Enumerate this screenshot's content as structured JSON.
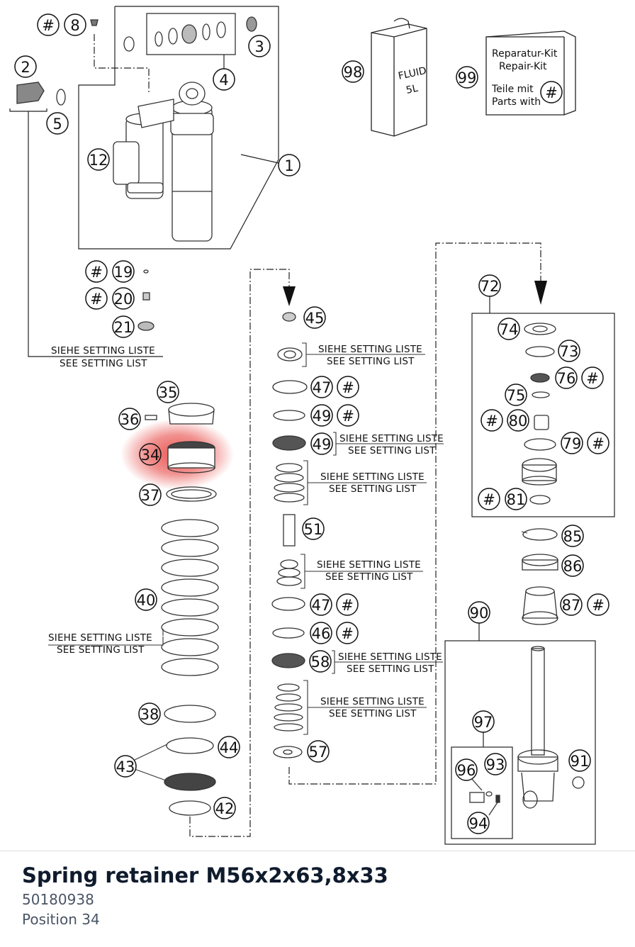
{
  "diagram": {
    "fluid_label_1": "FLUID",
    "fluid_label_2": "5L",
    "kit": {
      "line1": "Reparatur-Kit",
      "line2": "Repair-Kit",
      "line3": "Teile mit",
      "line4": "Parts with"
    },
    "setting_de": "SIEHE SETTING LISTE",
    "setting_en": "SEE SETTING LIST",
    "callouts": {
      "c1": "1",
      "c2": "2",
      "c3": "3",
      "c4": "4",
      "c5": "5",
      "c8": "8",
      "c12": "12",
      "c19": "19",
      "c20": "20",
      "c21": "21",
      "c34": "34",
      "c35": "35",
      "c36": "36",
      "c37": "37",
      "c38": "38",
      "c40": "40",
      "c42": "42",
      "c43": "43",
      "c44": "44",
      "c45": "45",
      "c46": "46",
      "c47a": "47",
      "c47b": "47",
      "c49a": "49",
      "c49b": "49",
      "c51": "51",
      "c57": "57",
      "c58": "58",
      "c72": "72",
      "c73": "73",
      "c74": "74",
      "c75": "75",
      "c76": "76",
      "c79": "79",
      "c80": "80",
      "c81": "81",
      "c85": "85",
      "c86": "86",
      "c87": "87",
      "c90": "90",
      "c91": "91",
      "c93": "93",
      "c94": "94",
      "c96": "96",
      "c97": "97",
      "c98": "98",
      "c99": "99"
    },
    "hash": "#"
  },
  "part": {
    "title": "Spring retainer M56x2x63,8x33",
    "number": "50180938",
    "position": "Position 34"
  },
  "colors": {
    "highlight": "#e53935",
    "title": "#0f1b2d",
    "subtext": "#4a5564"
  }
}
